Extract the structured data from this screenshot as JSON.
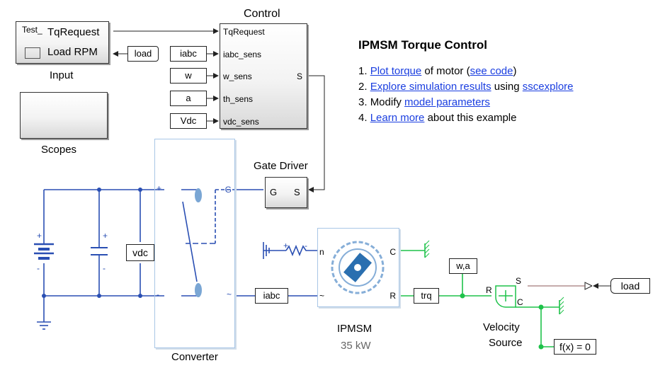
{
  "blocks": {
    "input": {
      "label": "Input",
      "test_prefix": "Test_",
      "tq_request": "TqRequest",
      "load_rpm": "Load RPM"
    },
    "control": {
      "label": "Control",
      "ports_in": [
        "TqRequest",
        "iabc_sens",
        "w_sens",
        "th_sens",
        "vdc_sens"
      ],
      "port_out": "S"
    },
    "scopes": {
      "label": "Scopes"
    },
    "gate_driver": {
      "label": "Gate Driver",
      "port_g": "G",
      "port_s": "S"
    },
    "converter": {
      "label": "Converter",
      "plus": "+",
      "minus": "-",
      "g": "G",
      "tilde": "~"
    },
    "ipmsm": {
      "label": "IPMSM",
      "rating": "35 kW",
      "port_n": "n",
      "port_c": "C",
      "port_r": "R",
      "tilde": "~"
    },
    "velocity_source": {
      "label_line1": "Velocity",
      "label_line2": "Source",
      "port_s": "S",
      "port_r": "R",
      "port_c": "C"
    },
    "fx": {
      "label": "f(x) = 0"
    },
    "battery": {
      "plus": "+",
      "minus": "-"
    },
    "capacitor": {
      "plus": "+",
      "minus": "-"
    },
    "resistor": {
      "plus": "+",
      "minus": "-"
    }
  },
  "tags": {
    "load_goto": "load",
    "iabc_from": "iabc",
    "w_from": "w",
    "a_from": "a",
    "vdc_from": "Vdc",
    "vdc_sensor": "vdc",
    "iabc_sensor": "iabc",
    "trq": "trq",
    "wa": "w,a",
    "load_from": "load"
  },
  "info": {
    "title": "IPMSM Torque Control",
    "items": [
      {
        "num": "1.",
        "link1": "Plot torque",
        "mid": " of motor (",
        "link2": "see code",
        "end": ")"
      },
      {
        "num": "2.",
        "link1": "Explore simulation results",
        "mid": " using ",
        "link2": "sscexplore",
        "end": ""
      },
      {
        "num": "3.",
        "text": "Modify ",
        "link1": "model parameters"
      },
      {
        "num": "4.",
        "link1": "Learn more",
        "mid": " about this example"
      }
    ]
  },
  "colors": {
    "signal": "#222222",
    "electrical": "#2a4fb3",
    "mechanical": "#1ec24a",
    "converter_border": "#a8c6e6",
    "link": "#1a3ee0"
  }
}
